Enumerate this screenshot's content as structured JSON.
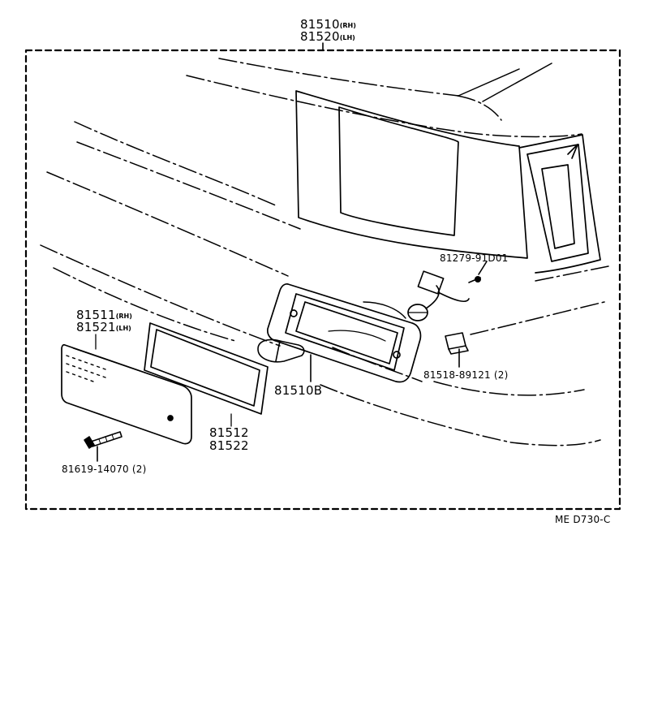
{
  "diagram": {
    "assembly": {
      "rh_part": "81510",
      "rh_tag": "(RH)",
      "lh_part": "81520",
      "lh_tag": "(LH)"
    },
    "lens": {
      "rh_part": "81511",
      "rh_tag": "(RH)",
      "lh_part": "81521",
      "lh_tag": "(LH)"
    },
    "gasket": {
      "rh_part": "81512",
      "lh_part": "81522"
    },
    "bulb": {
      "part": "81510B"
    },
    "screw": {
      "part": "81619-14070 (2)"
    },
    "clip": {
      "part": "81518-89121 (2)"
    },
    "small_screw": {
      "part": "81279-91D01"
    },
    "drawing_code": "ME D730-C"
  }
}
